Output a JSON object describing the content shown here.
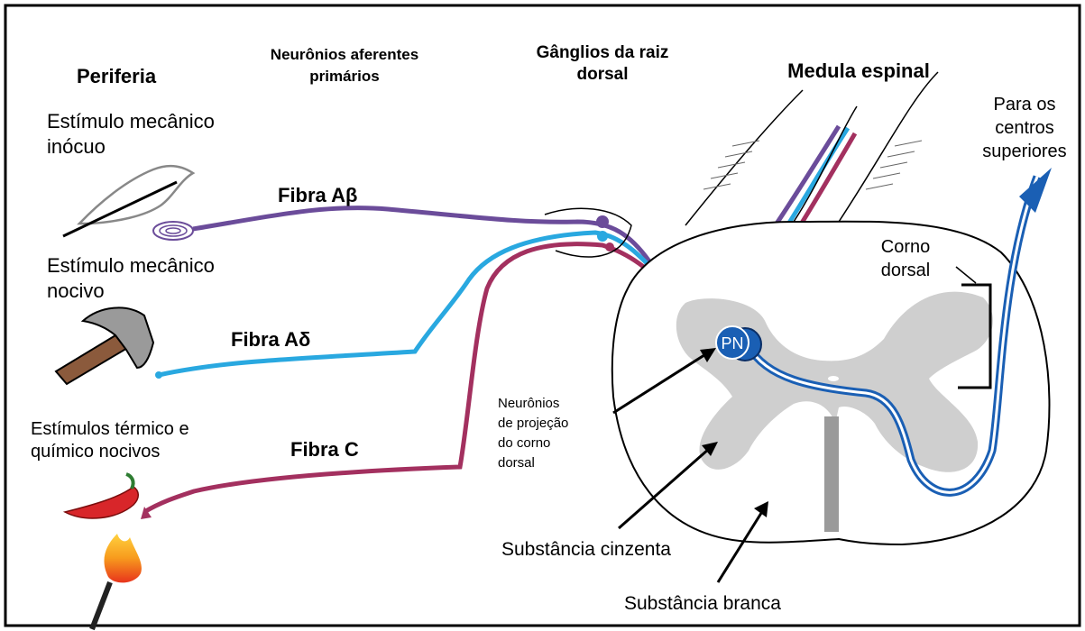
{
  "headers": {
    "periferia": "Periferia",
    "aferentes": [
      "Neurônios aferentes",
      "primários"
    ],
    "ganglios": [
      "Gânglios da raiz",
      "dorsal"
    ],
    "medula": "Medula espinal"
  },
  "stimuli": {
    "mecanico_inocuo": [
      "Estímulo mecânico",
      "inócuo"
    ],
    "mecanico_nocivo": [
      "Estímulo mecânico",
      "nocivo"
    ],
    "termico_quimico": [
      "Estímulos térmico e",
      "químico nocivos"
    ]
  },
  "fibers": {
    "abeta": "Fibra Aβ",
    "adelta": "Fibra Aδ",
    "c": "Fibra C"
  },
  "cord_labels": {
    "para_centros": [
      "Para os",
      "centros",
      "superiores"
    ],
    "corno_dorsal": [
      "Corno",
      "dorsal"
    ],
    "projecao": [
      "Neurônios",
      "de projeção",
      "do corno",
      "dorsal"
    ],
    "pn": "PN",
    "cinzenta": "Substância cinzenta",
    "branca": "Substância branca"
  },
  "colors": {
    "abeta": "#6b4c9a",
    "adelta": "#29a8e0",
    "c": "#a3305f",
    "projection": "#1a5fb4",
    "gray_matter": "#cfcfcf"
  }
}
